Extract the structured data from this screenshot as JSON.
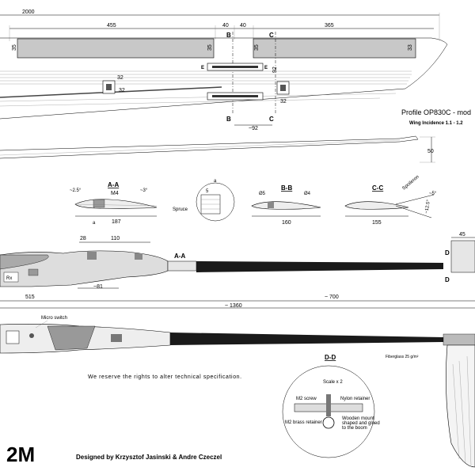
{
  "top_view": {
    "dims": {
      "span": "2000",
      "left_panel": "455",
      "center_left": "40",
      "center_right": "40",
      "right_panel": "365",
      "left_height": "35",
      "inner_left_height": "35",
      "inner_right_height": "35",
      "right_height": "33",
      "spar_a": "32",
      "spar_b": "32",
      "spar_c": "32",
      "center_height": "92",
      "bottom_offset": "~92",
      "dihedral": "50"
    },
    "section_marks": {
      "b_top": "B",
      "c_top": "C",
      "b_bottom": "B",
      "c_bottom": "C",
      "e1": "E",
      "e2": "E"
    },
    "profile_title": "Profile OP830C - mod",
    "incidence": "Wing Incidence 1.1 - 1.2"
  },
  "sections": {
    "aa": {
      "title": "A-A",
      "angle_left": "~2.5°",
      "angle_right": "~3°",
      "screw": "M4",
      "label_a": "a",
      "chord": "187"
    },
    "detail": {
      "label_a": "a",
      "dim": "5",
      "material": "Spruce"
    },
    "bb": {
      "title": "B-B",
      "d1": "Ø5",
      "d2": "Ø4",
      "chord": "160"
    },
    "cc": {
      "title": "C-C",
      "spoileron": "Spoileron",
      "chord": "155",
      "angle1": "~5°",
      "angle2": "~12.5°"
    }
  },
  "fuselage": {
    "dims": {
      "d28": "28",
      "d110": "110",
      "d81": "~81",
      "d515": "515",
      "d700": "~ 700",
      "d1360": "~ 1360",
      "d45": "45"
    },
    "marks": {
      "aa": "A-A",
      "d_top": "D",
      "d_bottom": "D"
    },
    "rx": "Rx"
  },
  "bottom": {
    "micro_switch": "Micro switch",
    "fiberglass": "Fiberglass 25 g/m²",
    "reserve": "We reserve the rights to alter technical specification.",
    "dd_title": "D-D",
    "scale": "Scale x 2",
    "m2_screw": "M2 screw",
    "nylon": "Nylon retainer",
    "brass": "M2 brass retainer",
    "wooden1": "Wooden mount",
    "wooden2": "shaped and glued",
    "wooden3": "to the boom",
    "logo": "2M",
    "designed": "Designed by Krzysztof Jasinski & Andre Czeczel"
  }
}
